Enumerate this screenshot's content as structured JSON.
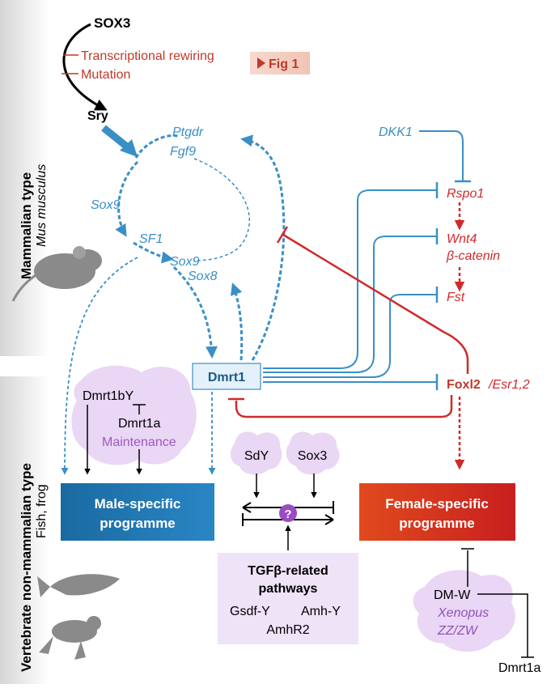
{
  "side_labels": {
    "mammal_title": "Mammalian type",
    "mammal_species": "Mus musculus",
    "vert_title": "Vertebrate non-mammalian type",
    "vert_species": "Fish, frog"
  },
  "top": {
    "sox3": "SOX3",
    "rewiring": "Transcriptional rewiring",
    "mutation": "Mutation",
    "fig_ref": "Fig 1",
    "sry": "Sry"
  },
  "loop": {
    "ptgdr": "Ptgdr",
    "fgf9": "Fgf9",
    "sox9_left": "Sox9",
    "sf1": "SF1",
    "sox9": "Sox9",
    "sox8": "Sox8"
  },
  "right": {
    "dkk1": "DKK1",
    "rspo1": "Rspo1",
    "wnt4": "Wnt4",
    "bcat": "β-catenin",
    "fst": "Fst",
    "foxl2": "Foxl2",
    "esr": "/Esr1,2"
  },
  "center": {
    "dmrt1": "Dmrt1"
  },
  "blob_left": {
    "dmrt1by": "Dmrt1bY",
    "dmrt1a": "Dmrt1a",
    "maintenance": "Maintenance"
  },
  "male_box": {
    "line1": "Male-specific",
    "line2": "programme",
    "color": "#1a6aa1"
  },
  "female_box": {
    "line1": "Female-specific",
    "line2": "programme",
    "color": "#d9341e"
  },
  "middle": {
    "sdy": "SdY",
    "sox3": "Sox3",
    "question": "?"
  },
  "tgf": {
    "line1": "TGFβ-related",
    "line2": "pathways",
    "gsdf": "Gsdf-Y",
    "amh": "Amh-Y",
    "amhr2": "AmhR2"
  },
  "dmw": {
    "dmw": "DM-W",
    "xenopus": "Xenopus",
    "zzzw": "ZZ/ZW",
    "dmrt1a": "Dmrt1a"
  },
  "colors": {
    "blue": "#3a8fc6",
    "red": "#d02a2a",
    "purple_fill": "#ead6f5",
    "tgf_fill": "#efe3f8"
  }
}
